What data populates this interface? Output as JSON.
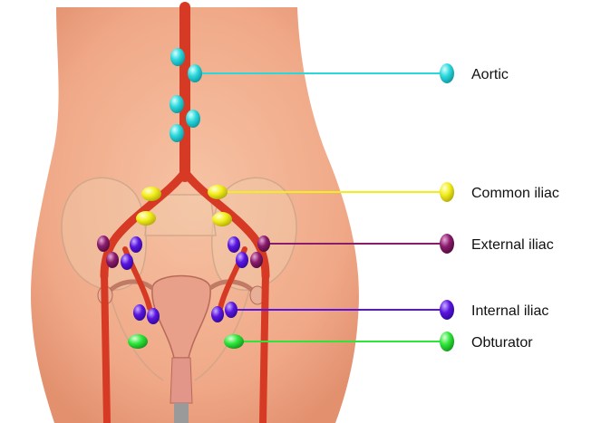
{
  "labels": {
    "aortic": "Aortic",
    "common_iliac": "Common iliac",
    "external_iliac": "External iliac",
    "internal_iliac": "Internal iliac",
    "obturator": "Obturator"
  },
  "colors": {
    "aortic": "#2ad8dc",
    "common_iliac": "#f2ee1c",
    "external_iliac": "#8a1c6c",
    "internal_iliac": "#5a14e0",
    "obturator": "#2ee63a",
    "skin": "#f3b08e",
    "vessel": "#d63a24"
  }
}
